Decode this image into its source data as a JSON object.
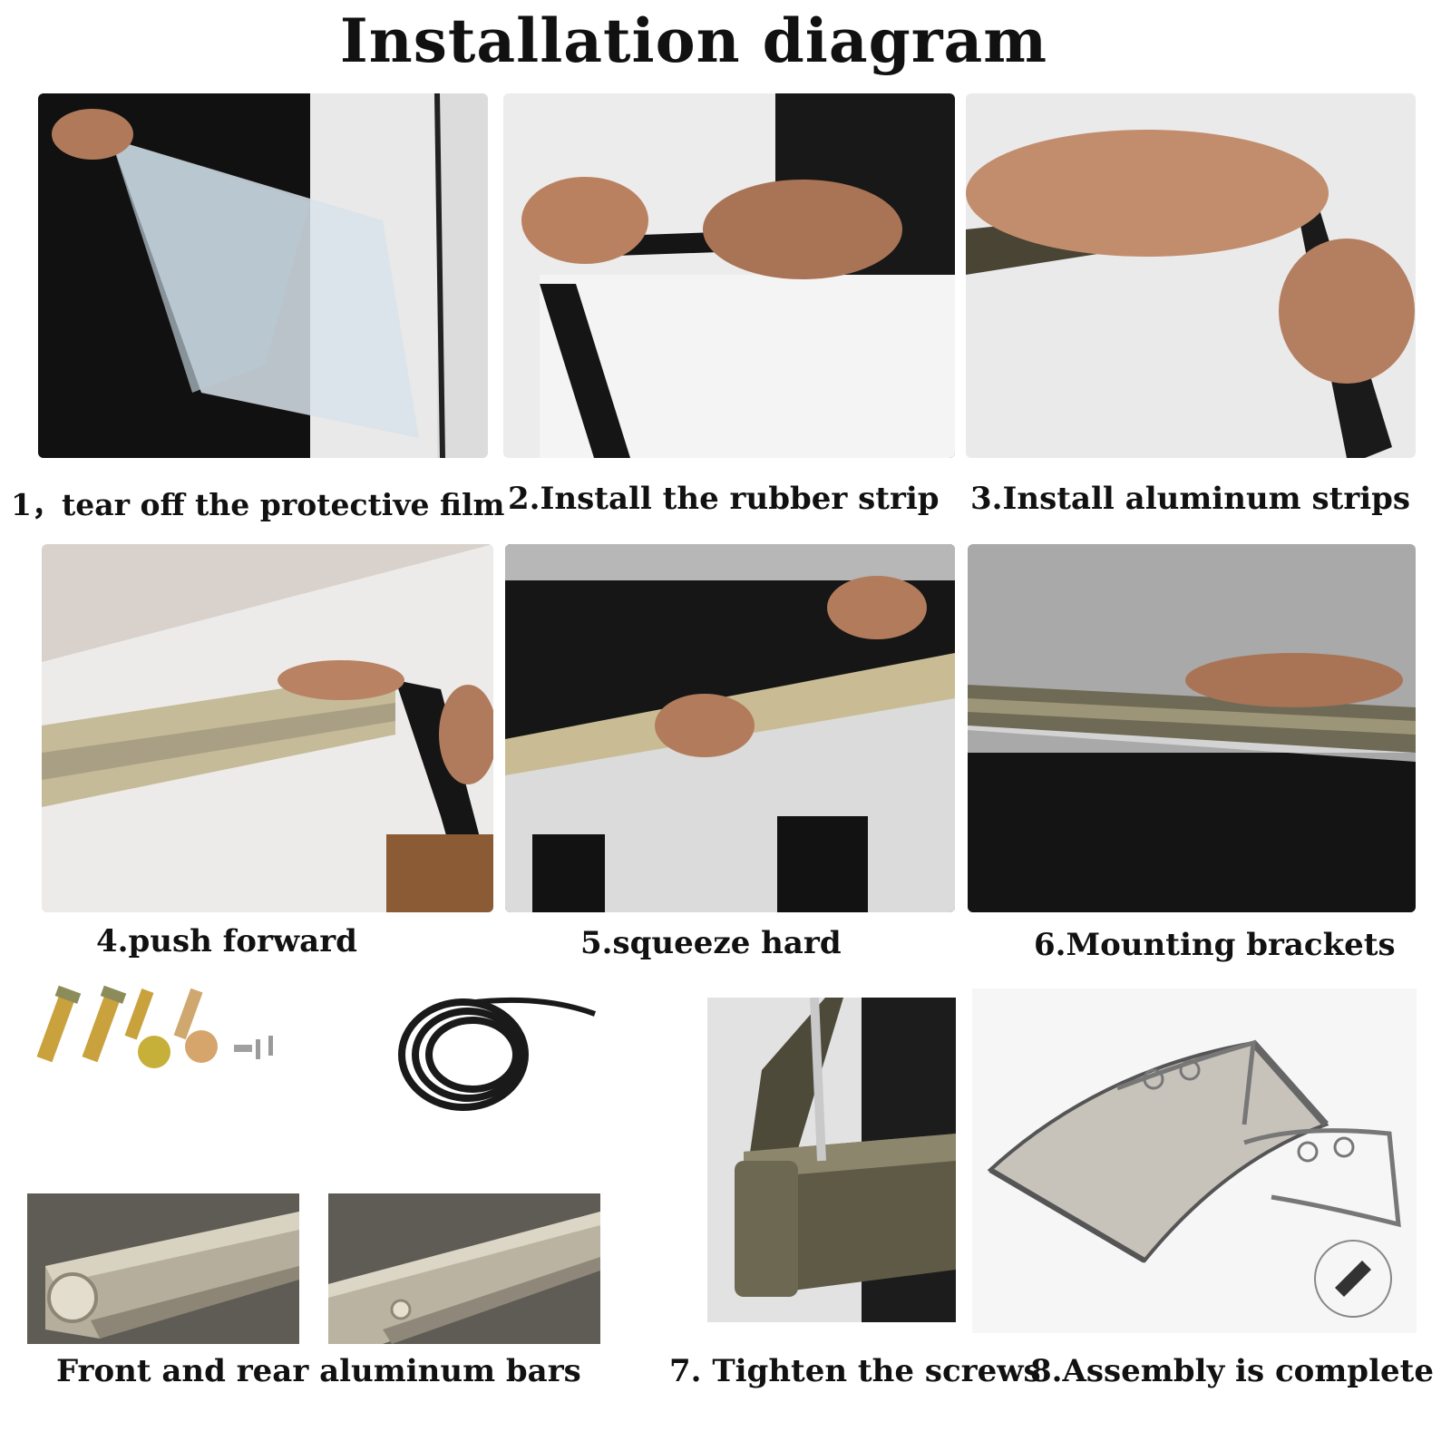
{
  "title": "Installation diagram",
  "steps": [
    {
      "caption": "1，tear off the protective film",
      "photo_icon": "peel-film-photo"
    },
    {
      "caption": "2.Install the rubber strip",
      "photo_icon": "rubber-strip-photo"
    },
    {
      "caption": "3.Install aluminum strips",
      "photo_icon": "aluminum-strip-photo"
    },
    {
      "caption": "4.push forward",
      "photo_icon": "push-forward-photo"
    },
    {
      "caption": "5.squeeze hard",
      "photo_icon": "squeeze-photo"
    },
    {
      "caption": "6.Mounting brackets",
      "photo_icon": "bracket-photo"
    },
    {
      "caption": "7. Tighten the screws",
      "photo_icon": "screwdriver-photo"
    },
    {
      "caption": "8.Assembly is complete",
      "photo_icon": "canopy-diagram"
    }
  ],
  "parts": {
    "bars_caption": "Front and rear aluminum bars",
    "items": [
      "expansion-bolts-icon",
      "rubber-strip-coil-icon",
      "front-aluminum-bar-icon",
      "rear-aluminum-bar-icon"
    ]
  },
  "colors": {
    "aluminum_bronze": "#8a8270",
    "aluminum_light": "#c9c1a8",
    "rubber_black": "#1b1b1b",
    "background": "#ffffff"
  }
}
